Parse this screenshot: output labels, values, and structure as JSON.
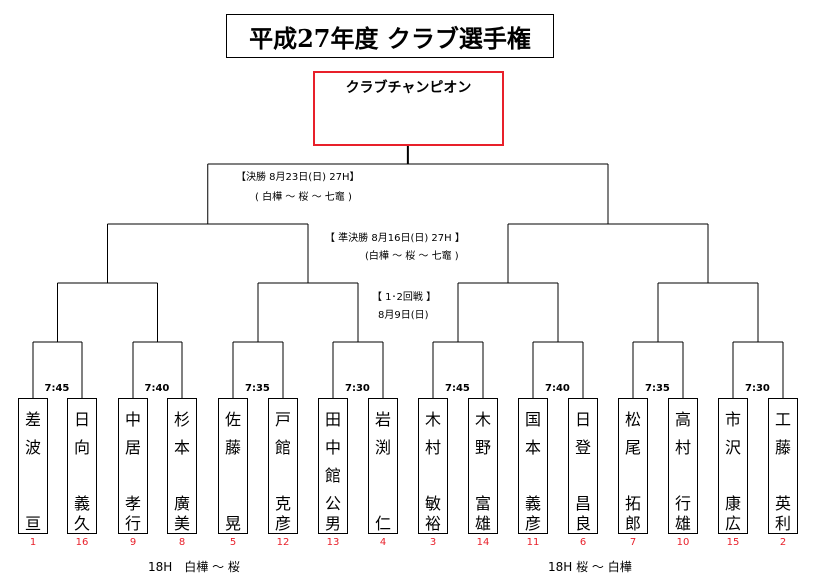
{
  "title": "平成27年度 クラブ選手権",
  "champion_label": "クラブチャンピオン",
  "rounds": {
    "final": {
      "line1": "【決勝 8月23日(日) 27H】",
      "line2": "( 白樺 ～ 桜 ～ 七竈 )"
    },
    "semifinal": {
      "line1": "【 準決勝 8月16日(日) 27H 】",
      "line2": "(白樺 ～ 桜 ～ 七竈 )"
    },
    "early": {
      "line1": "【 1･2回戦 】",
      "line2": "8月9日(日)"
    }
  },
  "match_times": [
    "7:45",
    "7:40",
    "7:35",
    "7:30",
    "7:45",
    "7:40",
    "7:35",
    "7:30"
  ],
  "players": [
    {
      "chars": [
        "差",
        "波",
        "",
        "亘"
      ],
      "seed": "1"
    },
    {
      "chars": [
        "日",
        "向",
        "義",
        "久"
      ],
      "seed": "16"
    },
    {
      "chars": [
        "中",
        "居",
        "孝",
        "行"
      ],
      "seed": "9"
    },
    {
      "chars": [
        "杉",
        "本",
        "廣",
        "美"
      ],
      "seed": "8"
    },
    {
      "chars": [
        "佐",
        "藤",
        "",
        "晃"
      ],
      "seed": "5"
    },
    {
      "chars": [
        "戸",
        "館",
        "克",
        "彦"
      ],
      "seed": "12"
    },
    {
      "chars": [
        "田",
        "中",
        "館",
        "公",
        "男"
      ],
      "seed": "13"
    },
    {
      "chars": [
        "岩",
        "渕",
        "",
        "仁"
      ],
      "seed": "4"
    },
    {
      "chars": [
        "木",
        "村",
        "敏",
        "裕"
      ],
      "seed": "3"
    },
    {
      "chars": [
        "木",
        "野",
        "富",
        "雄"
      ],
      "seed": "14"
    },
    {
      "chars": [
        "国",
        "本",
        "義",
        "彦"
      ],
      "seed": "11"
    },
    {
      "chars": [
        "日",
        "登",
        "昌",
        "良"
      ],
      "seed": "6"
    },
    {
      "chars": [
        "松",
        "尾",
        "拓",
        "郎"
      ],
      "seed": "7"
    },
    {
      "chars": [
        "高",
        "村",
        "行",
        "雄"
      ],
      "seed": "10"
    },
    {
      "chars": [
        "市",
        "沢",
        "康",
        "広"
      ],
      "seed": "15"
    },
    {
      "chars": [
        "工",
        "藤",
        "英",
        "利"
      ],
      "seed": "2"
    }
  ],
  "courts": [
    "18H　白樺 ～ 桜",
    "18H 桜 ～ 白樺"
  ],
  "colors": {
    "champion_border": "#e8202a",
    "seed_text": "#e8202a",
    "line": "#000000"
  }
}
